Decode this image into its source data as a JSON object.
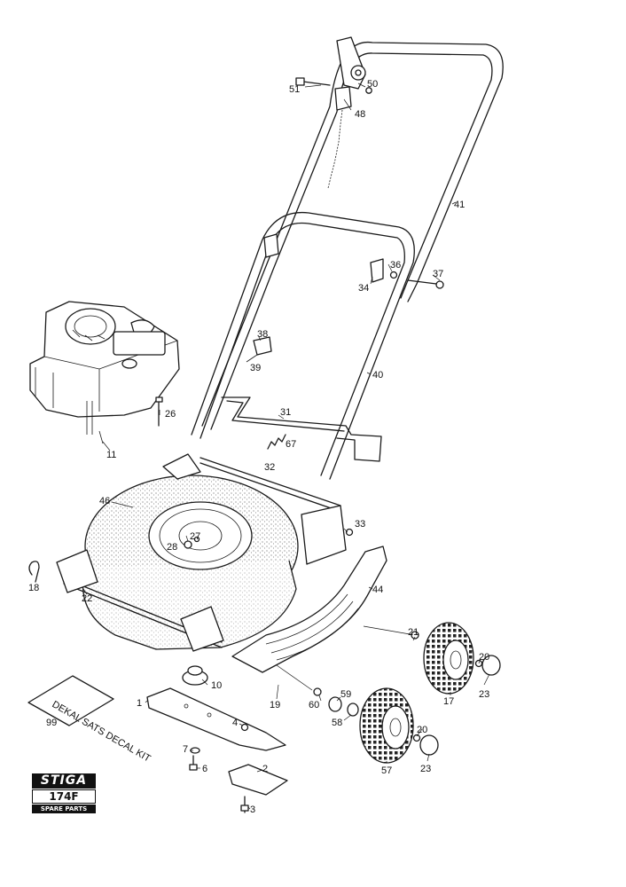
{
  "logo": {
    "brand": "STIGA",
    "model": "174F",
    "subtitle": "SPARE PARTS"
  },
  "manual": {
    "text": "DEKAL SATS DECAL KIT"
  },
  "part_labels": {
    "p1": "1",
    "p2": "2",
    "p3": "3",
    "p4": "4",
    "p6": "6",
    "p7": "7",
    "p10": "10",
    "p11": "11",
    "p17": "17",
    "p18": "18",
    "p19": "19",
    "p20a": "20",
    "p20b": "20",
    "p21": "21",
    "p22": "22",
    "p23a": "23",
    "p23b": "23",
    "p26": "26",
    "p27": "27",
    "p28": "28",
    "p31": "31",
    "p32": "32",
    "p33": "33",
    "p34": "34",
    "p36": "36",
    "p37": "37",
    "p38": "38",
    "p39": "39",
    "p40": "40",
    "p41": "41",
    "p44": "44",
    "p46": "46",
    "p48": "48",
    "p50": "50",
    "p51": "51",
    "p57": "57",
    "p58": "58",
    "p59": "59",
    "p60": "60",
    "p67": "67",
    "p99": "99"
  }
}
